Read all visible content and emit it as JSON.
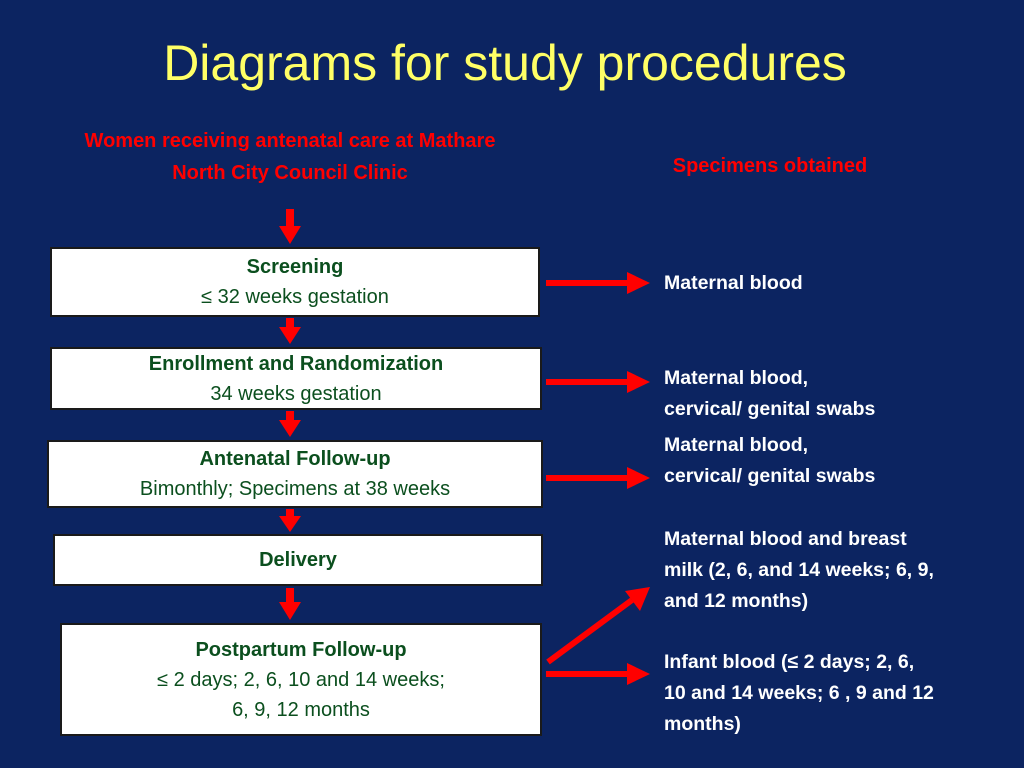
{
  "title": "Diagrams for study procedures",
  "population": "Women receiving antenatal care at Mathare North City Council Clinic",
  "specimens_header": "Specimens obtained",
  "steps": [
    {
      "name": "Screening",
      "detail": "≤ 32 weeks gestation"
    },
    {
      "name": "Enrollment and Randomization",
      "detail": "34 weeks gestation"
    },
    {
      "name": "Antenatal Follow-up",
      "detail": "Bimonthly; Specimens at 38 weeks"
    },
    {
      "name": "Delivery",
      "detail": ""
    },
    {
      "name": "Postpartum Follow-up",
      "detail": "≤ 2 days; 2, 6, 10 and 14 weeks;\n6, 9, 12 months"
    }
  ],
  "specimens": [
    "Maternal blood",
    "Maternal blood,\ncervical/ genital swabs",
    "Maternal blood,\ncervical/ genital swabs",
    "Maternal blood and breast\nmilk (2, 6, and 14 weeks; 6, 9,\nand 12 months)",
    "Infant blood (≤ 2 days; 2, 6,\n10 and 14 weeks; 6 , 9 and 12\nmonths)"
  ],
  "colors": {
    "background": "#0c2461",
    "title": "#ffff66",
    "accent": "#ff0000",
    "box_text": "#0b4f1e",
    "specimen_text": "#ffffff"
  }
}
